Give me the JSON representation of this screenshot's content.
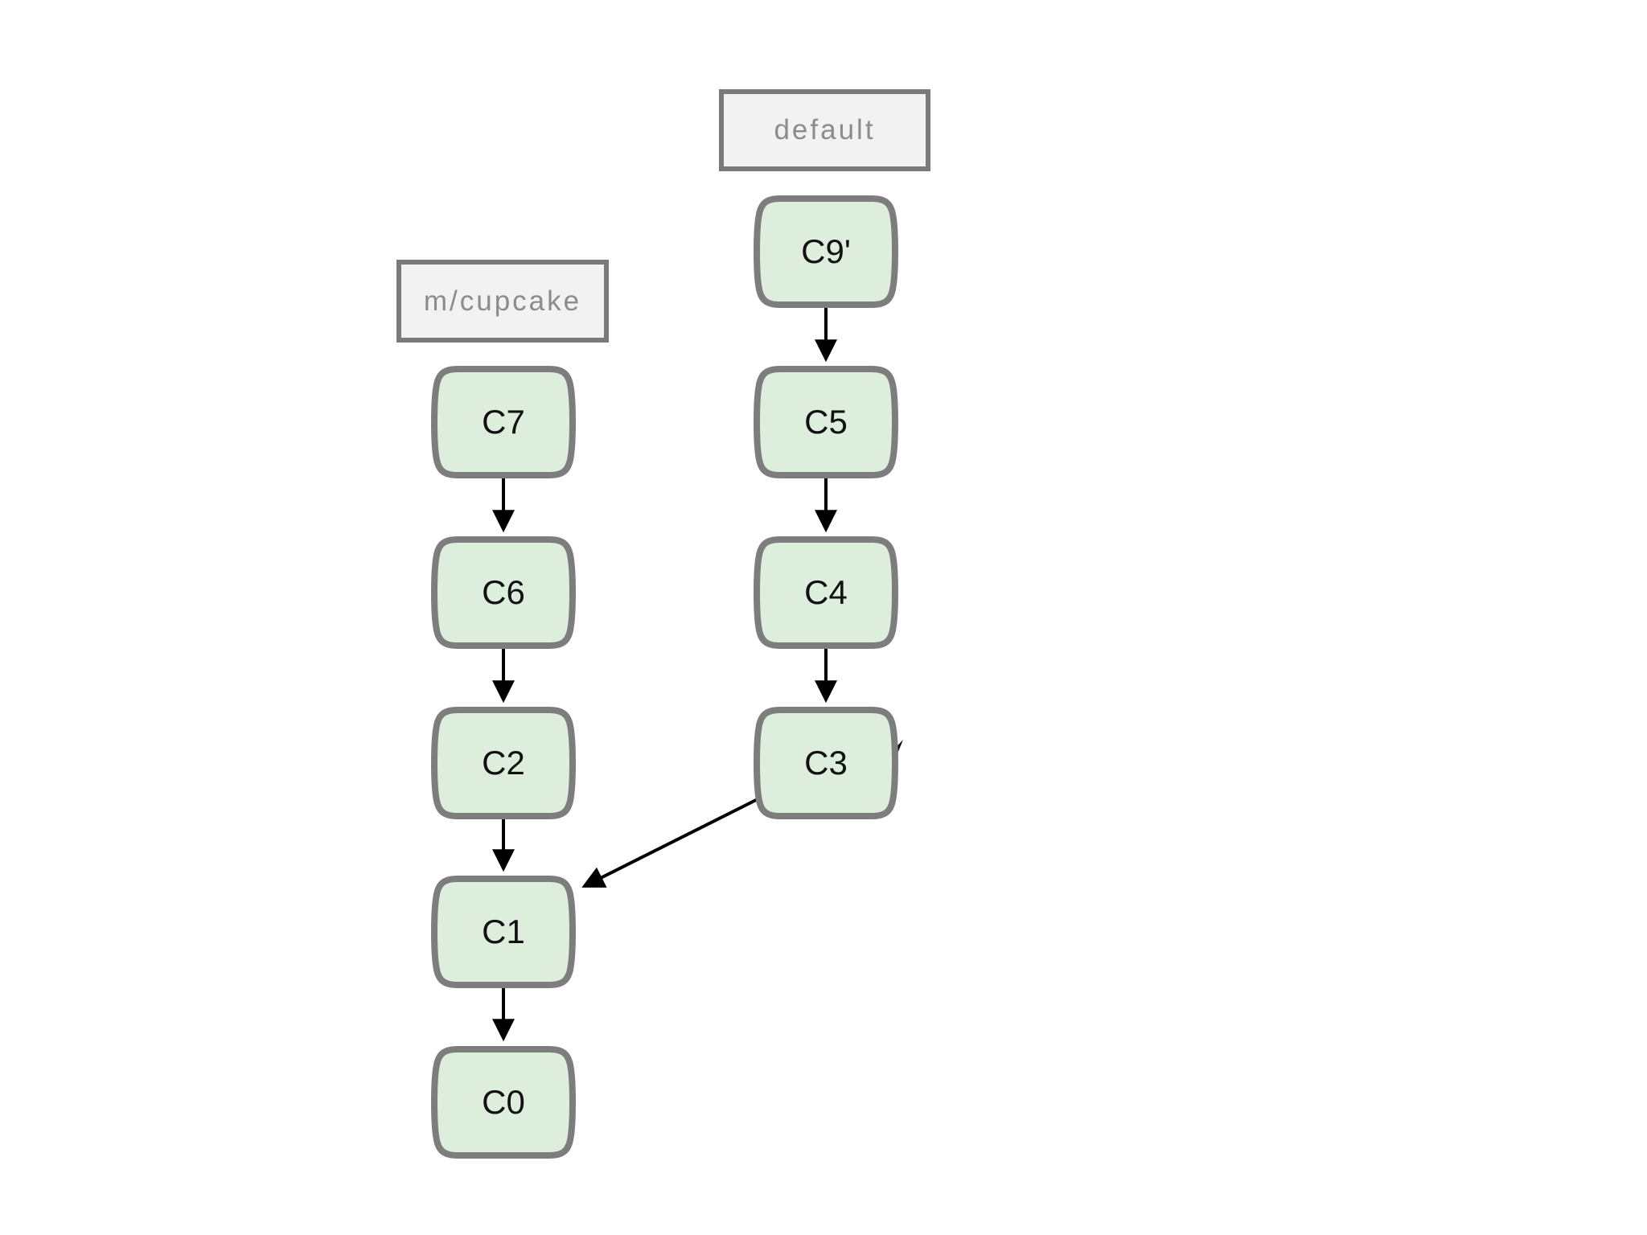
{
  "branch_labels": {
    "m_cupcake": "m/cupcake",
    "default": "default"
  },
  "nodes": {
    "c7": "C7",
    "c6": "C6",
    "c2": "C2",
    "c1": "C1",
    "c0": "C0",
    "c9p": "C9'",
    "c5": "C5",
    "c4": "C4",
    "c3": "C3"
  },
  "graph": {
    "columns": [
      {
        "branch": "m/cupcake",
        "commits_top_to_bottom": [
          "C7",
          "C6",
          "C2",
          "C1",
          "C0"
        ]
      },
      {
        "branch": "default",
        "commits_top_to_bottom": [
          "C9'",
          "C5",
          "C4",
          "C3"
        ]
      }
    ],
    "edges_child_to_parent": [
      [
        "C7",
        "C6"
      ],
      [
        "C6",
        "C2"
      ],
      [
        "C2",
        "C1"
      ],
      [
        "C1",
        "C0"
      ],
      [
        "C9'",
        "C5"
      ],
      [
        "C5",
        "C4"
      ],
      [
        "C4",
        "C3"
      ],
      [
        "C3",
        "C1"
      ]
    ]
  },
  "colors": {
    "background": "#ffffff",
    "node_fill": "#ddefdc",
    "node_border": "#7d7d7d",
    "node_text": "#111111",
    "label_fill": "#f2f2f2",
    "label_border": "#7a7a7a",
    "label_text": "#8c8c8c",
    "arrow": "#000000"
  }
}
